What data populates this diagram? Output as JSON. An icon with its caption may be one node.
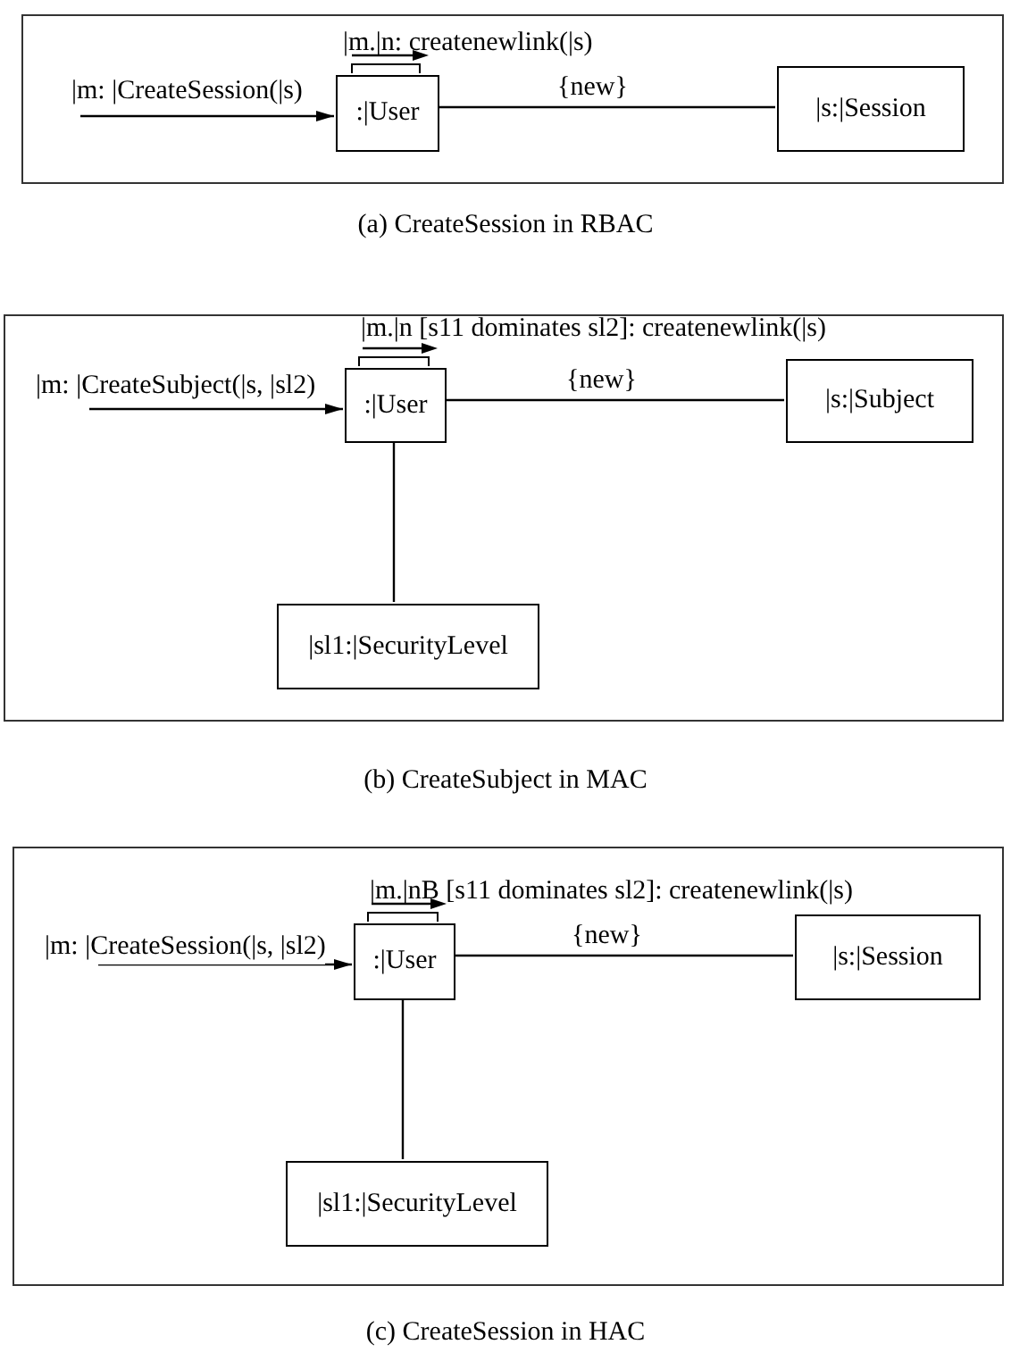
{
  "diagram": {
    "nodes": [
      {
        "text": [],
        "shape": "box"
      },
      {
        "text": [
          ":|User"
        ],
        "in": 0
      },
      {
        "text": [
          "|s:|Session"
        ],
        "in": 0
      },
      {
        "text": [],
        "shape": "box"
      },
      {
        "text": [
          ":|User"
        ],
        "in": 3
      },
      {
        "text": [
          "|s:|Subject"
        ],
        "in": 3
      },
      {
        "text": [
          "|sl1:|SecurityLevel"
        ],
        "in": 3
      },
      {
        "text": [],
        "shape": "box"
      },
      {
        "text": [
          ":|User"
        ],
        "in": 7
      },
      {
        "text": [
          "|s:|Session"
        ],
        "in": 7
      },
      {
        "text": [
          "|sl1:|SecurityLevel"
        ],
        "in": 7
      }
    ],
    "edges": [
      {
        "from": null,
        "to": 1,
        "arrow": "to",
        "label": "|m: |CreateSession(|s)"
      },
      {
        "from": 1,
        "to": 2,
        "arrow": "none",
        "label": "{new}"
      },
      {
        "from": null,
        "to": 4,
        "arrow": "to",
        "label": "|m: |CreateSubject(|s, |sl2)"
      },
      {
        "from": 4,
        "to": 5,
        "arrow": "none",
        "label": "{new}"
      },
      {
        "from": 4,
        "to": 6,
        "arrow": "none"
      },
      {
        "from": null,
        "to": 8,
        "arrow": "to",
        "label": "|m: |CreateSession(|s, |sl2)"
      },
      {
        "from": 8,
        "to": 9,
        "arrow": "none",
        "label": "{new}"
      },
      {
        "from": 8,
        "to": 10,
        "arrow": "none"
      }
    ],
    "labels": [
      "|m.|n: createnewlink(|s)",
      "(a) CreateSession in RBAC",
      "|m.|n [s11 dominates sl2]: createnewlink(|s)",
      "(b) CreateSubject in MAC",
      "|m.|nB [s11 dominates sl2]: createnewlink(|s)",
      "(c) CreateSession in HAC"
    ]
  }
}
